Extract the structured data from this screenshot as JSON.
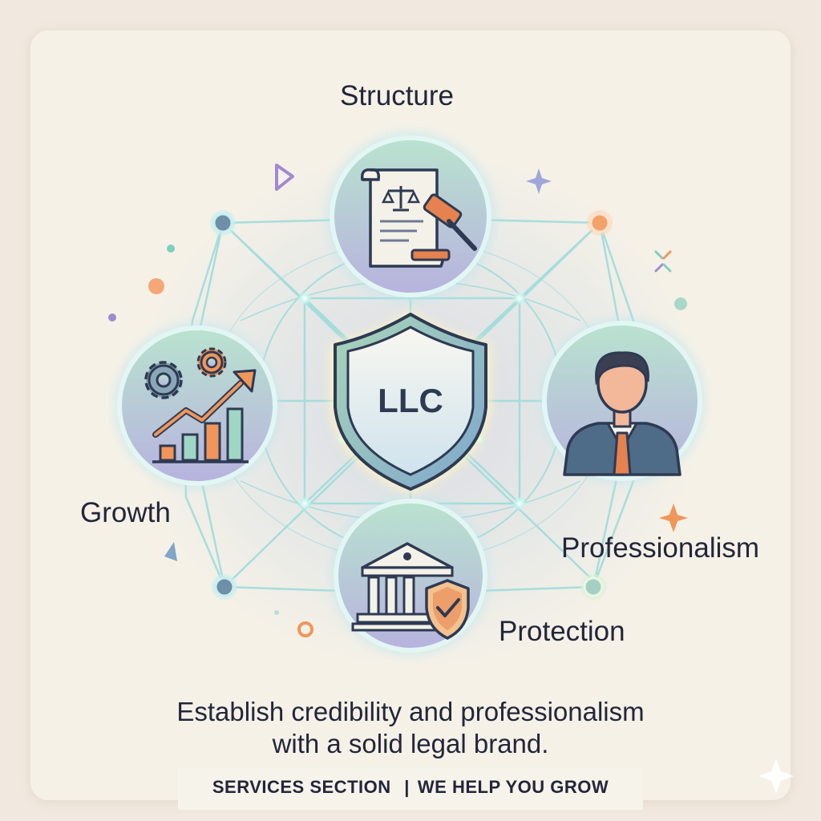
{
  "title": "Structure",
  "nodes": {
    "center": {
      "label": "LLC"
    },
    "structure": {
      "label": "Structure"
    },
    "growth": {
      "label": "Growth"
    },
    "professionalism": {
      "label": "Professionalism"
    },
    "protection": {
      "label": "Protection"
    }
  },
  "tagline": {
    "line1": "Establish credibility and professionalism",
    "line2": "with a solid legal brand."
  },
  "footer": {
    "section": "SERVICES SECTION",
    "separator": "|",
    "slogan": "WE HELP YOU GROW"
  },
  "icons": {
    "center": "shield-icon",
    "structure": "legal-scroll-gavel-icon",
    "growth": "gears-growth-chart-icon",
    "professionalism": "businessman-icon",
    "protection": "bank-shield-icon"
  },
  "colors": {
    "background": "#f5f1e7",
    "text": "#23263a",
    "network_line": "#8fd6d6",
    "accent_orange": "#f0965a",
    "accent_teal": "#7fcfc0",
    "accent_purple": "#9b8ccf"
  }
}
